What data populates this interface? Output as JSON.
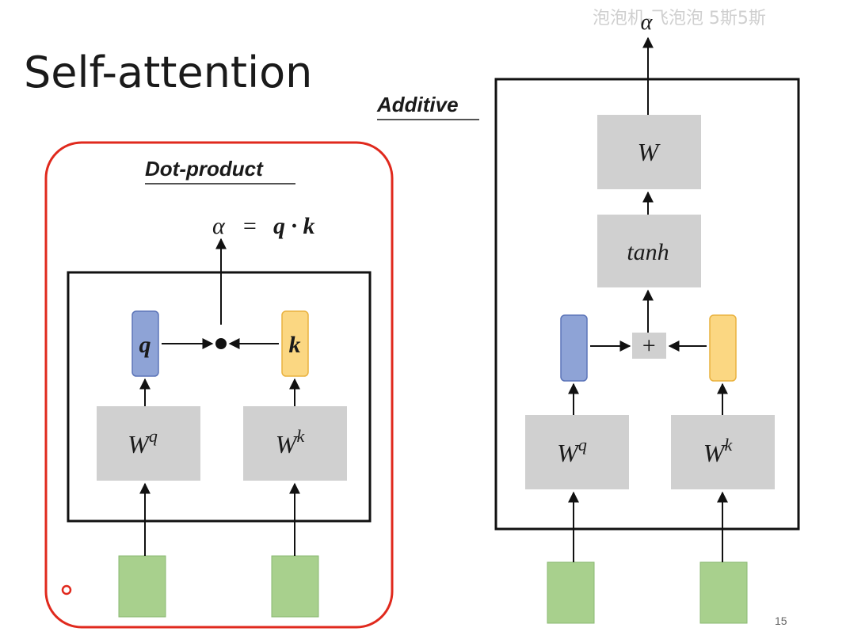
{
  "slide": {
    "title": "Self-attention",
    "page_number": "15",
    "watermark": "泡泡机-飞泡泡 5斯5斯"
  },
  "dot_product": {
    "heading": "Dot-product",
    "formula_alpha": "α",
    "formula_eq": "=",
    "formula_expr": "q · k",
    "q_label": "q",
    "k_label": "k",
    "wq_base": "W",
    "wq_sup": "q",
    "wk_base": "W",
    "wk_sup": "k",
    "dot_symbol": "•"
  },
  "additive": {
    "heading": "Additive",
    "alpha": "α",
    "w_label": "W",
    "tanh_label": "tanh",
    "plus_label": "+",
    "wq_base": "W",
    "wq_sup": "q",
    "wk_base": "W",
    "wk_sup": "k"
  },
  "colors": {
    "q_fill": "#8ea3d6",
    "q_stroke": "#5b74b8",
    "k_fill": "#fbd782",
    "k_stroke": "#e9b23f",
    "input_fill": "#a8d08d",
    "input_stroke": "#8ab872",
    "gray_box": "#d0d0d0",
    "highlight": "#e0291d"
  }
}
